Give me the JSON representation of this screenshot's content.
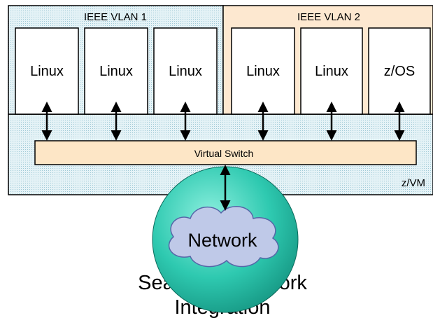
{
  "vlans": [
    {
      "title": "IEEE VLAN 1",
      "fill": "#cfe6ee",
      "guests": [
        "Linux",
        "Linux",
        "Linux"
      ]
    },
    {
      "title": "IEEE VLAN 2",
      "fill": "#fde8d0",
      "guests": [
        "Linux",
        "Linux",
        "z/OS"
      ]
    }
  ],
  "zvm": {
    "label": "z/VM",
    "fill": "#d6ecf2"
  },
  "vswitch": {
    "label": "Virtual Switch",
    "fill": "#fde6c6"
  },
  "network": {
    "cloud_label": "Network",
    "sphere_color": "#2ec9b0"
  },
  "caption": {
    "line1": "Seamless Network",
    "line2": "Integration"
  },
  "colors": {
    "border": "#000000"
  }
}
